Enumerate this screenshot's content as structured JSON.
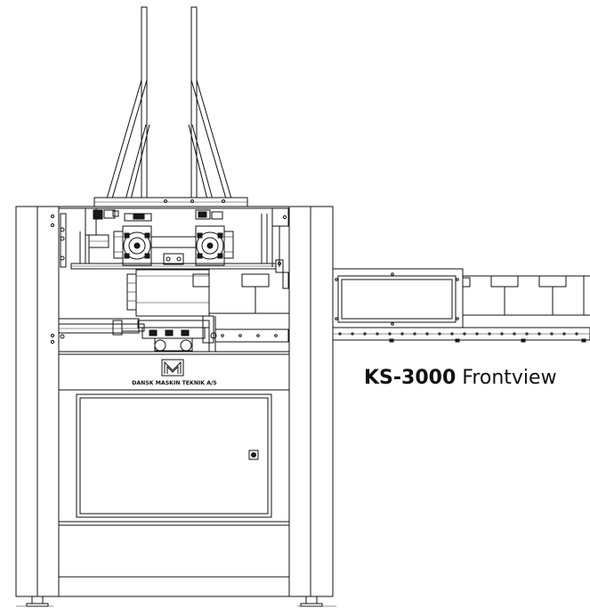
{
  "caption": {
    "model": "KS-3000",
    "view": "Frontview"
  },
  "machine": {
    "logo_text": "DANSK MASKIN TEKNIK A/S"
  }
}
